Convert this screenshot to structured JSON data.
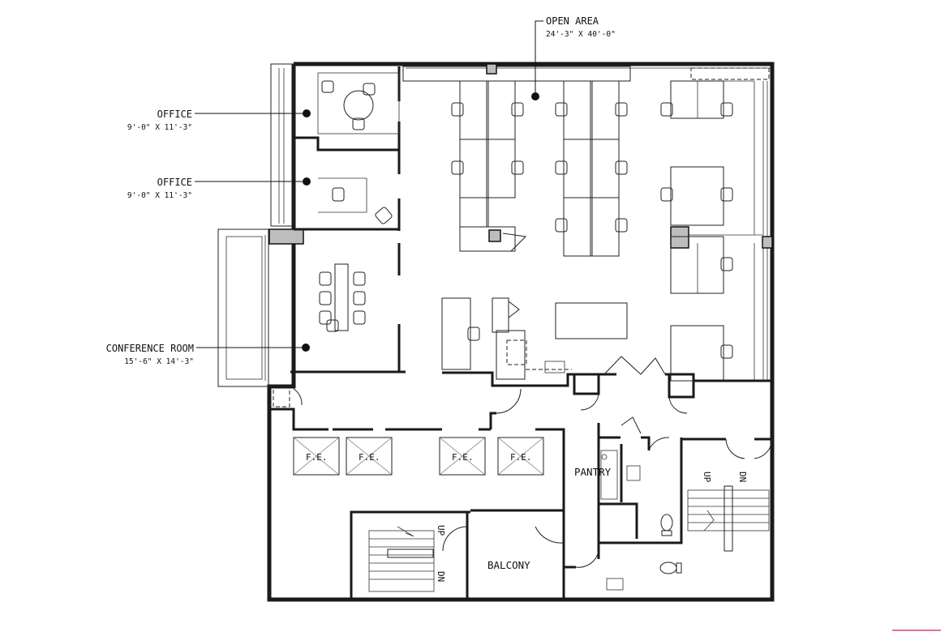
{
  "callouts": {
    "open_area": {
      "name": "OPEN AREA",
      "dims": "24'-3\" X 40'-0\""
    },
    "office_1": {
      "name": "OFFICE",
      "dims": "9'-0\" X 11'-3\""
    },
    "office_2": {
      "name": "OFFICE",
      "dims": "9'-0\" X 11'-3\""
    },
    "conference": {
      "name": "CONFERENCE ROOM",
      "dims": "15'-6\" X 14'-3\""
    }
  },
  "rooms": {
    "pantry": "PANTRY",
    "balcony": "BALCONY"
  },
  "equipment": {
    "fe_1": "F.E.",
    "fe_2": "F.E.",
    "fe_3": "F.E.",
    "fe_4": "F.E."
  },
  "stairs": {
    "left_up": "UP",
    "left_dn": "DN",
    "right_up": "UP",
    "right_dn": "DN"
  },
  "colors": {
    "ink": "#1a1a1a",
    "column_fill": "#bdbdbd",
    "accent_mark": "#e0407a"
  }
}
